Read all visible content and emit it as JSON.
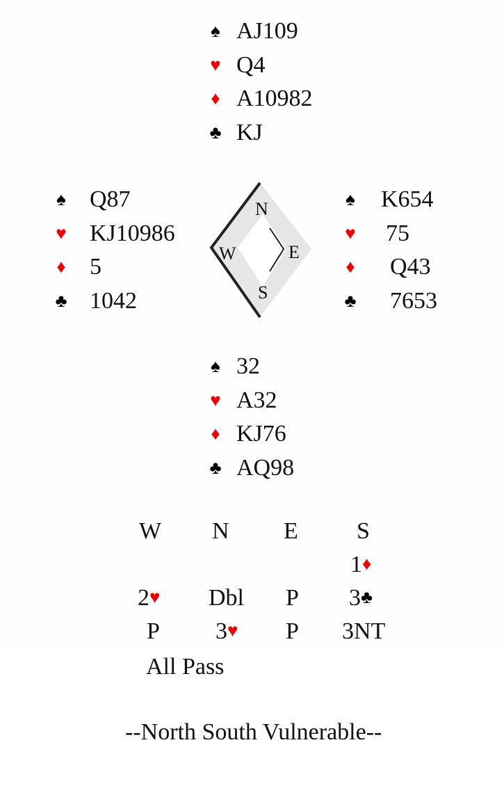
{
  "colors": {
    "red_suit": "#f00000",
    "black_suit": "#000000",
    "compass_fill": "#e6e6e6"
  },
  "suits": {
    "spade": "♠",
    "heart": "♥",
    "diamond": "♦",
    "club": "♣"
  },
  "hands": {
    "north": {
      "spades": "AJ109",
      "hearts": "Q4",
      "diamonds": "A10982",
      "clubs": "KJ"
    },
    "west": {
      "spades": "Q87",
      "hearts": "KJ10986",
      "diamonds": "5",
      "clubs": "1042"
    },
    "east": {
      "spades": "K654",
      "hearts": "75",
      "diamonds": "Q43",
      "clubs": "7653"
    },
    "south": {
      "spades": "32",
      "hearts": "A32",
      "diamonds": "KJ76",
      "clubs": "AQ98"
    }
  },
  "compass": {
    "n": "N",
    "e": "E",
    "s": "S",
    "w": "W"
  },
  "auction": {
    "headers": [
      "W",
      "N",
      "E",
      "S"
    ],
    "rounds": [
      [
        "",
        "",
        "",
        "1♦"
      ],
      [
        "2♥",
        "Dbl",
        "P",
        "3♣"
      ],
      [
        "P",
        "3♥",
        "P",
        "3NT"
      ]
    ],
    "r1_s_level": "1",
    "r1_s_suit": "♦",
    "r2_w_level": "2",
    "r2_w_suit": "♥",
    "r2_n": "Dbl",
    "r2_e": "P",
    "r2_s_level": "3",
    "r2_s_suit": "♣",
    "r3_w": "P",
    "r3_n_level": "3",
    "r3_n_suit": "♥",
    "r3_e": "P",
    "r3_s": "3NT",
    "final": "All Pass"
  },
  "vulnerability": "--North South Vulnerable--"
}
